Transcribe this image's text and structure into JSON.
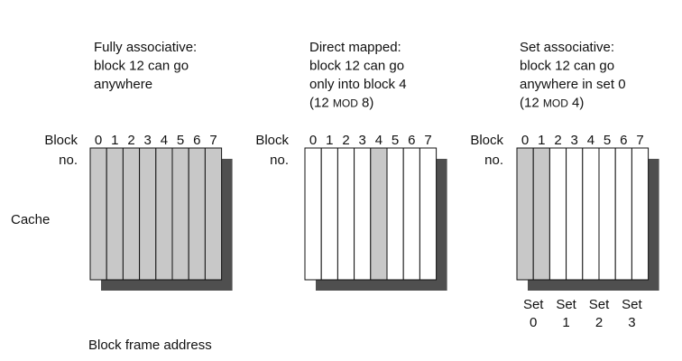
{
  "colors": {
    "filled": "#c8c8c8",
    "empty": "#ffffff",
    "shadow": "#4f4f4f",
    "stroke": "#111111"
  },
  "row_label": "Cache",
  "bottom_label": "Block frame address",
  "panels": [
    {
      "heading": [
        "Fully associative:",
        "block 12 can go",
        "anywhere"
      ],
      "block_label": [
        "Block",
        "no."
      ],
      "block_numbers": [
        "0",
        "1",
        "2",
        "3",
        "4",
        "5",
        "6",
        "7"
      ],
      "filled_blocks": [
        0,
        1,
        2,
        3,
        4,
        5,
        6,
        7
      ],
      "sets": []
    },
    {
      "heading": [
        "Direct mapped:",
        "block 12 can go",
        "only into block 4",
        "(12 MOD 8)"
      ],
      "block_label": [
        "Block",
        "no."
      ],
      "block_numbers": [
        "0",
        "1",
        "2",
        "3",
        "4",
        "5",
        "6",
        "7"
      ],
      "filled_blocks": [
        4
      ],
      "sets": []
    },
    {
      "heading": [
        "Set associative:",
        "block 12 can go",
        "anywhere in set 0",
        "(12 MOD 4)"
      ],
      "block_label": [
        "Block",
        "no."
      ],
      "block_numbers": [
        "0",
        "1",
        "2",
        "3",
        "4",
        "5",
        "6",
        "7"
      ],
      "filled_blocks": [
        0,
        1
      ],
      "sets": [
        {
          "top": "Set",
          "bottom": "0"
        },
        {
          "top": "Set",
          "bottom": "1"
        },
        {
          "top": "Set",
          "bottom": "2"
        },
        {
          "top": "Set",
          "bottom": "3"
        }
      ]
    }
  ]
}
